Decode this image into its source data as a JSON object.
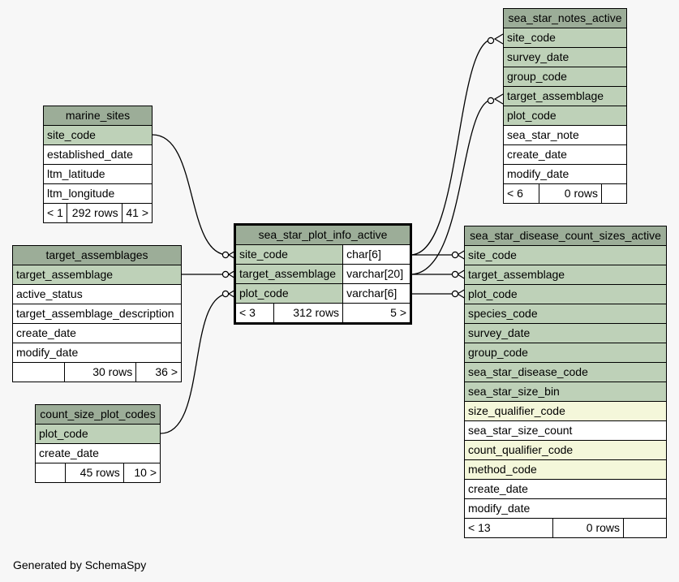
{
  "diagram": {
    "footer": "Generated by SchemaSpy",
    "marine_sites": {
      "title": "marine_sites",
      "columns": [
        "site_code",
        "established_date",
        "ltm_latitude",
        "ltm_longitude"
      ],
      "footer": {
        "parents": "< 1",
        "rows": "292 rows",
        "children": "41 >"
      }
    },
    "target_assemblages": {
      "title": "target_assemblages",
      "columns": [
        "target_assemblage",
        "active_status",
        "target_assemblage_description",
        "create_date",
        "modify_date"
      ],
      "footer": {
        "parents": "",
        "rows": "30 rows",
        "children": "36 >"
      }
    },
    "count_size_plot_codes": {
      "title": "count_size_plot_codes",
      "columns": [
        "plot_code",
        "create_date"
      ],
      "footer": {
        "parents": "",
        "rows": "45 rows",
        "children": "10 >"
      }
    },
    "sea_star_plot_info_active": {
      "title": "sea_star_plot_info_active",
      "columns": [
        {
          "name": "site_code",
          "type": "char[6]"
        },
        {
          "name": "target_assemblage",
          "type": "varchar[20]"
        },
        {
          "name": "plot_code",
          "type": "varchar[6]"
        }
      ],
      "footer": {
        "parents": "< 3",
        "rows": "312 rows",
        "children": "5 >"
      }
    },
    "sea_star_notes_active": {
      "title": "sea_star_notes_active",
      "columns": [
        "site_code",
        "survey_date",
        "group_code",
        "target_assemblage",
        "plot_code",
        "sea_star_note",
        "create_date",
        "modify_date"
      ],
      "footer": {
        "parents": "< 6",
        "rows": "0 rows",
        "children": ""
      }
    },
    "sea_star_disease_count_sizes_active": {
      "title": "sea_star_disease_count_sizes_active",
      "columns": [
        "site_code",
        "target_assemblage",
        "plot_code",
        "species_code",
        "survey_date",
        "group_code",
        "sea_star_disease_code",
        "sea_star_size_bin",
        "size_qualifier_code",
        "sea_star_size_count",
        "count_qualifier_code",
        "method_code",
        "create_date",
        "modify_date"
      ],
      "footer": {
        "parents": "< 13",
        "rows": "0 rows",
        "children": ""
      }
    }
  },
  "colors": {
    "header": "#9cad98",
    "key_column": "#bed1b8",
    "indexed_column": "#f4f7da",
    "plain_column": "#ffffff",
    "background": "#f7f7f7"
  }
}
